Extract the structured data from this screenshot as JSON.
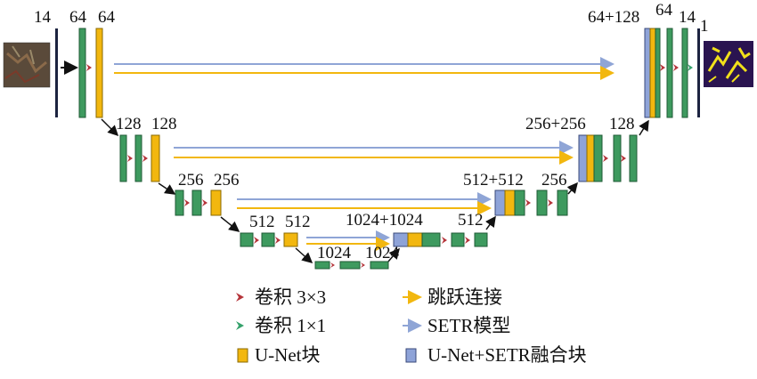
{
  "colors": {
    "green": "#3e9a5f",
    "yellow": "#f2b70f",
    "blue": "#8ea3d8",
    "navy": "#1c2340",
    "arrow_red": "#b5343a",
    "arrow_green": "#36a26c",
    "skip_yellow": "#f2b70f",
    "setr_blue": "#8fa5d6"
  },
  "channel_labels": {
    "l1a": "14",
    "l1b": "64",
    "l1c": "64",
    "r1a": "64+128",
    "r1b": "64",
    "r1c": "14",
    "r1d": "1",
    "l2a": "128",
    "l2b": "128",
    "r2a": "256+256",
    "r2b": "128",
    "l3a": "256",
    "l3b": "256",
    "r3a": "512+512",
    "r3b": "256",
    "l4a": "512",
    "l4b": "512",
    "r4a": "1024+1024",
    "r4b": "512",
    "b1": "1024",
    "b2": "1024"
  },
  "legend": {
    "conv3": "卷积 3×3",
    "conv1": "卷积 1×1",
    "unet_block": "U-Net块",
    "skip": "跳跃连接",
    "setr": "SETR模型",
    "fusion": "U-Net+SETR融合块"
  },
  "images": {
    "input_icon": "satellite-input-image",
    "output_icon": "segmentation-output-image"
  }
}
